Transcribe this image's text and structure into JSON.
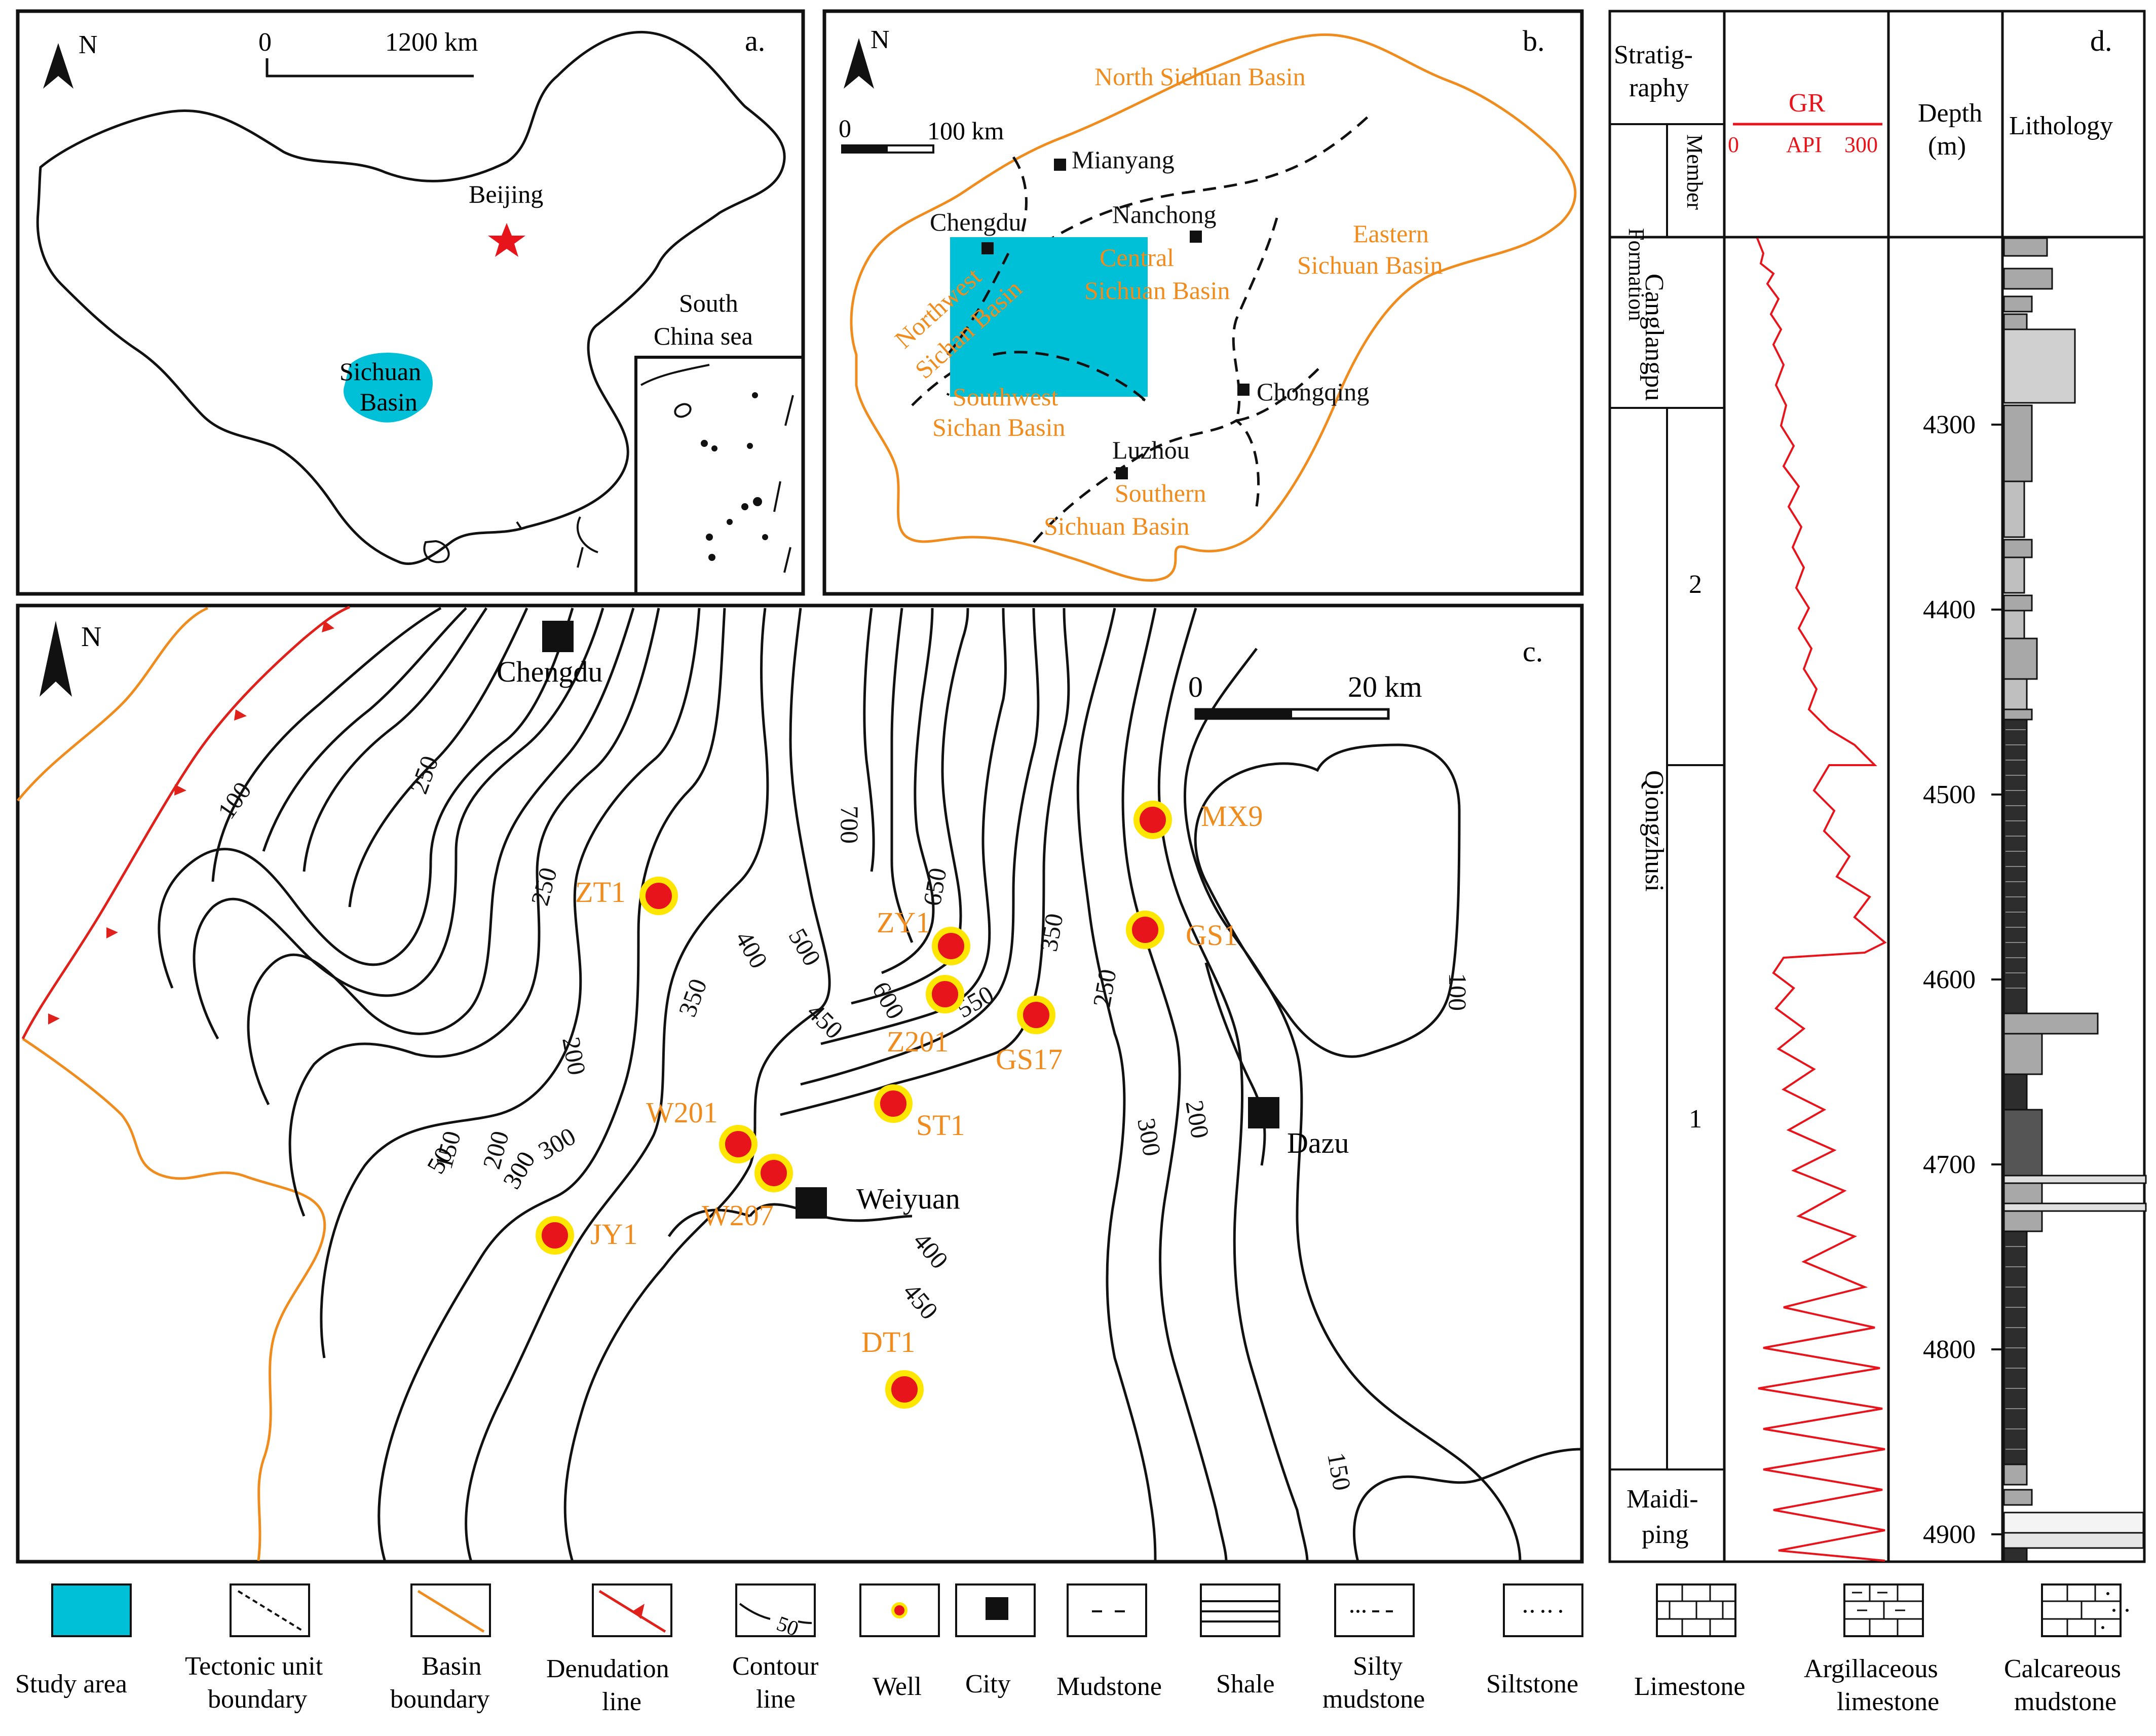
{
  "colors": {
    "study_area": "#00c0d8",
    "basin_boundary": "#f08c1e",
    "denudation": "#e0201a",
    "label_orange": "#f08c1e",
    "well_fill": "#e8141c",
    "well_ring": "#ffe600",
    "gr_curve": "#e8141c",
    "ink": "#111111"
  },
  "panel_a": {
    "letter": "a.",
    "north": "N",
    "scale_zero": "0",
    "scale_end": "1200 km",
    "capital": "Beijing",
    "basin_label_line1": "Sichuan",
    "basin_label_line2": "Basin",
    "inset_line1": "South",
    "inset_line2": "China sea"
  },
  "panel_b": {
    "letter": "b.",
    "north": "N",
    "scale_zero": "0",
    "scale_end": "100 km",
    "cities": [
      "Mianyang",
      "Chengdu",
      "Nanchong",
      "Chongqing",
      "Luzhou"
    ],
    "regions": {
      "north": "North Sichuan Basin",
      "east_1": "Eastern",
      "east_2": "Sichuan Basin",
      "central_1": "Central",
      "central_2": "Sichuan Basin",
      "northwest_1": "Northwest",
      "northwest_2": "Sichan Basin",
      "southwest_1": "Southwest",
      "southwest_2": "Sichan Basin",
      "southern_1": "Southern",
      "southern_2": "Sichuan Basin"
    }
  },
  "panel_c": {
    "letter": "c.",
    "north": "N",
    "scale_zero": "0",
    "scale_end": "20 km",
    "cities": [
      "Chengdu",
      "Weiyuan",
      "Dazu"
    ],
    "wells": [
      "MX9",
      "ZT1",
      "ZY1",
      "GS1",
      "Z201",
      "GS17",
      "ST1",
      "W201",
      "W207",
      "JY1",
      "DT1"
    ],
    "contour_labels": [
      "100",
      "250",
      "250",
      "700",
      "650",
      "600",
      "550",
      "500",
      "400",
      "450",
      "350",
      "350",
      "250",
      "200",
      "300",
      "200",
      "150",
      "50",
      "300",
      "400",
      "450",
      "300",
      "200",
      "100",
      "150"
    ]
  },
  "panel_d": {
    "letter": "d.",
    "header_strat_1": "Stratig-",
    "header_strat_2": "raphy",
    "header_formation": "Formation",
    "header_member": "Member",
    "gr_title": "GR",
    "gr_min": "0",
    "gr_unit": "API",
    "gr_max": "300",
    "depth_title_1": "Depth",
    "depth_title_2": "(m)",
    "lithology_title": "Lithology",
    "formation_1": "Canglangpu",
    "formation_2": "Qiongzhusi",
    "formation_3_1": "Maidi-",
    "formation_3_2": "ping",
    "member_2": "2",
    "member_1": "1",
    "depth_ticks": [
      "4300",
      "4400",
      "4500",
      "4600",
      "4700",
      "4800",
      "4900"
    ]
  },
  "legend": [
    {
      "line1": "Study area",
      "line2": ""
    },
    {
      "line1": "Tectonic unit",
      "line2": "boundary"
    },
    {
      "line1": "Basin",
      "line2": "boundary"
    },
    {
      "line1": "Denudation",
      "line2": "line"
    },
    {
      "line1": "Contour",
      "line2": "line"
    },
    {
      "line1": "Well",
      "line2": ""
    },
    {
      "line1": "City",
      "line2": ""
    },
    {
      "line1": "Mudstone",
      "line2": ""
    },
    {
      "line1": "Shale",
      "line2": ""
    },
    {
      "line1": "Silty",
      "line2": "mudstone"
    },
    {
      "line1": "Siltstone",
      "line2": ""
    },
    {
      "line1": "Limestone",
      "line2": ""
    },
    {
      "line1": "Argillaceous",
      "line2": "limestone"
    },
    {
      "line1": "Calcareous",
      "line2": "mudstone"
    }
  ],
  "legend_contour_sample": "50"
}
